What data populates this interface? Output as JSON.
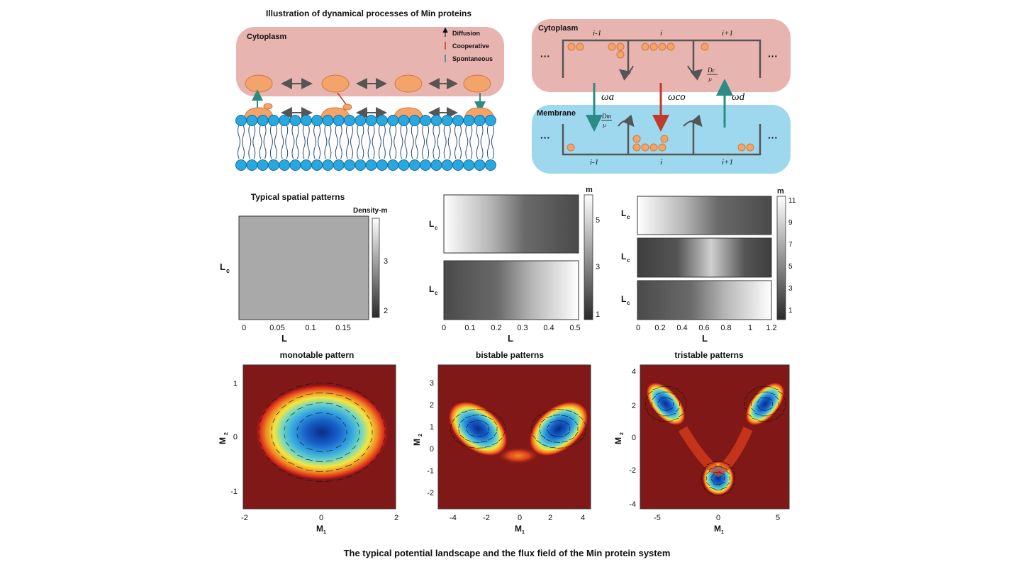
{
  "top_left": {
    "title": "Illustration of dynamical processes of Min proteins",
    "cytoplasm_label": "Cytoplasm",
    "legend": [
      {
        "label": "Diffusion",
        "color": "#444444"
      },
      {
        "label": "Cooperative",
        "color": "#c0392b"
      },
      {
        "label": "Spontaneous",
        "color": "#2a8c85"
      }
    ]
  },
  "top_right": {
    "cytoplasm_label": "Cytoplasm",
    "membrane_label": "Membrane",
    "top_indices": [
      "i-1",
      "i",
      "i+1"
    ],
    "bottom_indices": [
      "i-1",
      "i",
      "i+1"
    ],
    "ellipsis": "···",
    "rates": {
      "wa": "ωa",
      "wco": "ωco",
      "wd": "ωd"
    },
    "dc_num": "Dc",
    "dm_num": "Dm",
    "den": "l²",
    "colors": {
      "cytoplasm": "#e8b4b0",
      "membrane": "#9dd8ef",
      "protein": "#f4a36b",
      "wa": "#2a8c85",
      "wco": "#c0392b",
      "wd": "#2a8c85"
    }
  },
  "middle": {
    "heading": "Typical spatial patterns",
    "panel1": {
      "colorbar_title": "Density-m",
      "colorbar_ticks": [
        "3",
        "2"
      ],
      "ylabel": "L",
      "ylabel_sub": "c",
      "xticks": [
        "0",
        "0.05",
        "0.1",
        "0.15"
      ],
      "xlabel": "L"
    },
    "panel2": {
      "colorbar_title": "m",
      "colorbar_ticks": [
        "5",
        "3",
        "1"
      ],
      "ylabel": "L",
      "ylabel_sub": "c",
      "xticks": [
        "0",
        "0.1",
        "0.2",
        "0.3",
        "0.4",
        "0.5"
      ],
      "xlabel": "L"
    },
    "panel3": {
      "colorbar_title": "m",
      "colorbar_ticks": [
        "11",
        "9",
        "7",
        "5",
        "3",
        "1"
      ],
      "ylabel": "L",
      "ylabel_sub": "c",
      "xticks": [
        "0",
        "0.2",
        "0.4",
        "0.6",
        "0.8",
        "1",
        "1.2"
      ],
      "xlabel": "L"
    }
  },
  "bottom": {
    "panels": [
      {
        "title": "monotable pattern",
        "xlabel": "M",
        "xsub": "1",
        "ylabel": "M",
        "ysub": "2",
        "xticks": [
          "-2",
          "0",
          "2"
        ],
        "yticks": [
          "1",
          "0",
          "-1"
        ]
      },
      {
        "title": "bistable patterns",
        "xlabel": "M",
        "xsub": "1",
        "ylabel": "M",
        "ysub": "2",
        "xticks": [
          "-4",
          "-2",
          "0",
          "2",
          "4"
        ],
        "yticks": [
          "3",
          "2",
          "1",
          "0",
          "-1",
          "-2"
        ]
      },
      {
        "title": "tristable patterns",
        "xlabel": "M",
        "xsub": "1",
        "ylabel": "M",
        "ysub": "2",
        "xticks": [
          "-5",
          "0",
          "5"
        ],
        "yticks": [
          "4",
          "2",
          "0",
          "-2",
          "-4"
        ]
      }
    ],
    "caption": "The typical potential landscape and the flux field of the Min protein system"
  }
}
